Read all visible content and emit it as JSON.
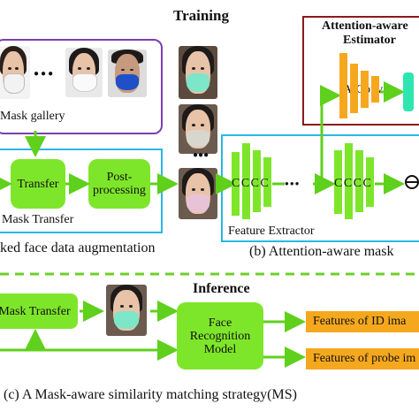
{
  "titles": {
    "training": "Training",
    "inference": "Inference"
  },
  "estimator": {
    "title_line1": "Attention-aware",
    "title_line2": "Estimator",
    "aconv": "A-Conv"
  },
  "gallery": {
    "label": "Mask gallery",
    "ellipsis": "●●●"
  },
  "mask_transfer": {
    "transfer": "Transfer",
    "post_line1": "Post-",
    "post_line2": "processing",
    "label": "Mask Transfer"
  },
  "feature_extractor": {
    "label": "Feature Extractor",
    "block1": "C C C C",
    "dots": "●●●",
    "block2": "C C C C"
  },
  "captions": {
    "a": "ked face data augmentation",
    "b": "(b) Attention-aware mask",
    "c": "(c) A Mask-aware similarity matching strategy(MS)"
  },
  "inference": {
    "mask_transfer": "Mask Transfer",
    "frm_line1": "Face Recognition",
    "frm_line2": "Model",
    "features_id": "Features of ID ima",
    "features_probe": "Features of probe im"
  },
  "colors": {
    "green": "#7ee62a",
    "cyan": "#29b7e6",
    "purple": "#7b3fb3",
    "darkred": "#8b1a1a",
    "orange": "#f5a81e",
    "teal": "#2ee6b0"
  }
}
